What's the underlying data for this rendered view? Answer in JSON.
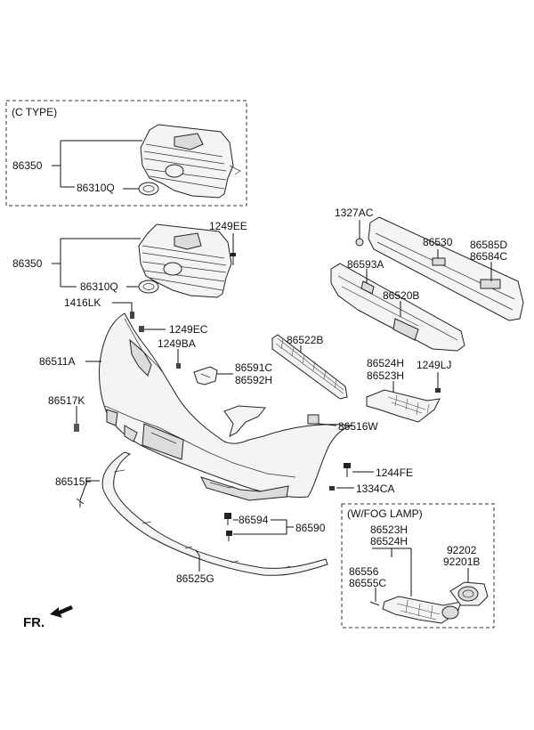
{
  "diagram": {
    "box_c_type_label": "(C TYPE)",
    "box_fog_label": "(W/FOG LAMP)",
    "fr_label": "FR.",
    "labels": {
      "p86350_a": "86350",
      "p86310q_a": "86310Q",
      "p86350_b": "86350",
      "p86310q_b": "86310Q",
      "p1249ee": "1249EE",
      "p1416lk": "1416LK",
      "p1249ec": "1249EC",
      "p1249ba": "1249BA",
      "p86511a": "86511A",
      "p86591c": "86591C",
      "p86592h": "86592H",
      "p86517k": "86517K",
      "p86516w": "86516W",
      "p86515f": "86515F",
      "p1244fe": "1244FE",
      "p1334ca": "1334CA",
      "p86594": "86594",
      "p86590": "86590",
      "p86525g": "86525G",
      "p1327ac": "1327AC",
      "p86530": "86530",
      "p86585d": "86585D",
      "p86584c": "86584C",
      "p86593a": "86593A",
      "p86520b": "86520B",
      "p86522b": "86522B",
      "p86524h_a": "86524H",
      "p86523h_a": "86523H",
      "p1249lj": "1249LJ",
      "p86523h_b": "86523H",
      "p86524h_b": "86524H",
      "p86556": "86556",
      "p86555c": "86555C",
      "p92202": "92202",
      "p92201b": "92201B"
    }
  }
}
